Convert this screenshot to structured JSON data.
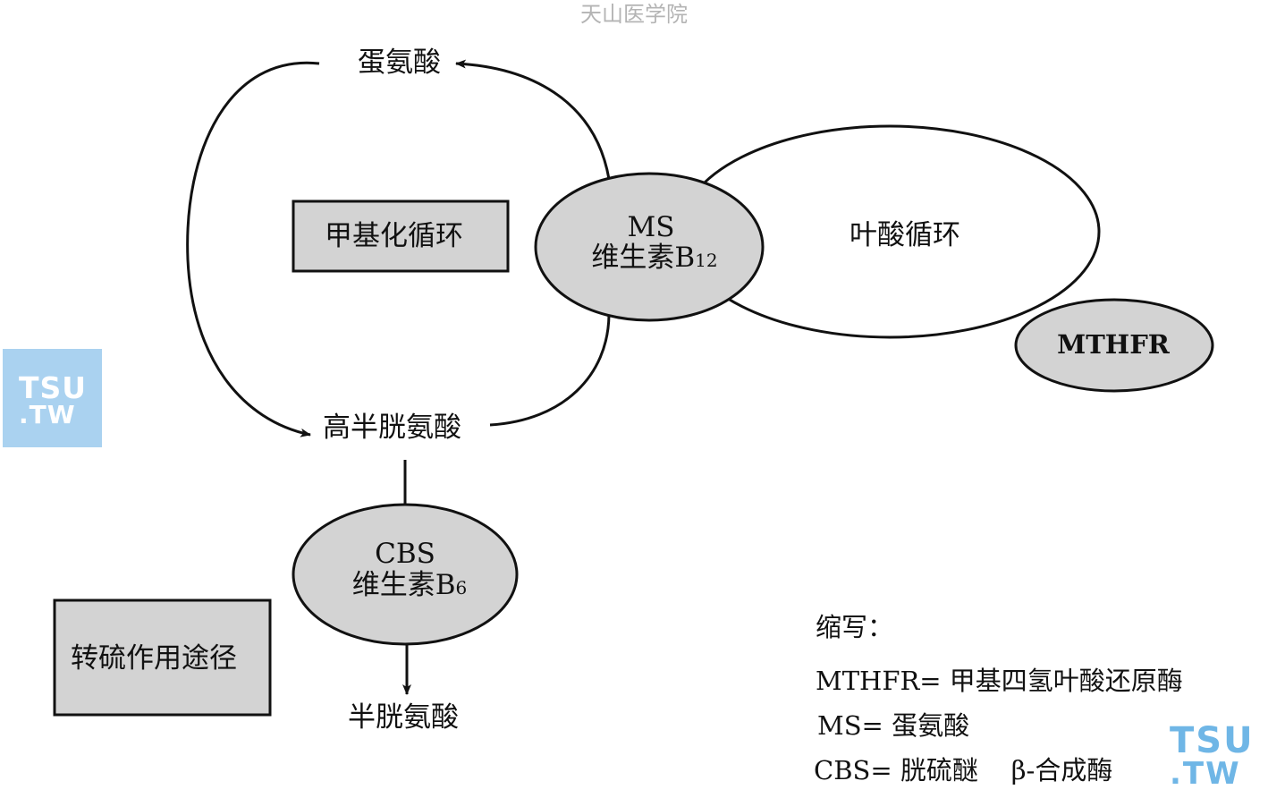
{
  "watermark": "天山医学院",
  "nodes": {
    "methionine": "蛋氨酸",
    "homocysteine": "高半胱氨酸",
    "cysteine": "半胱氨酸",
    "methylation_cycle": "甲基化循环",
    "folate_cycle": "叶酸循环",
    "transsulfuration": "转硫作用途径",
    "ms_enzyme": {
      "line1": "MS",
      "line2": "维生素B",
      "sub": "12"
    },
    "cbs_enzyme": {
      "line1": "CBS",
      "line2": "维生素B",
      "sub": "6"
    },
    "mthfr_enzyme": "MTHFR"
  },
  "legend": {
    "title": "缩写：",
    "items": [
      "MTHFR= 甲基四氢叶酸还原酶",
      "MS= 蛋氨酸",
      "CBS= 胱硫醚    β-合成酶"
    ]
  },
  "logos": {
    "line1": "TSU",
    "line2": ".TW"
  },
  "colors": {
    "enzyme_fill": "#d3d3d3",
    "box_fill": "#d3d3d3",
    "stroke": "#111111",
    "watermark": "#b4b4b4",
    "logo": "#6fb6e6"
  }
}
